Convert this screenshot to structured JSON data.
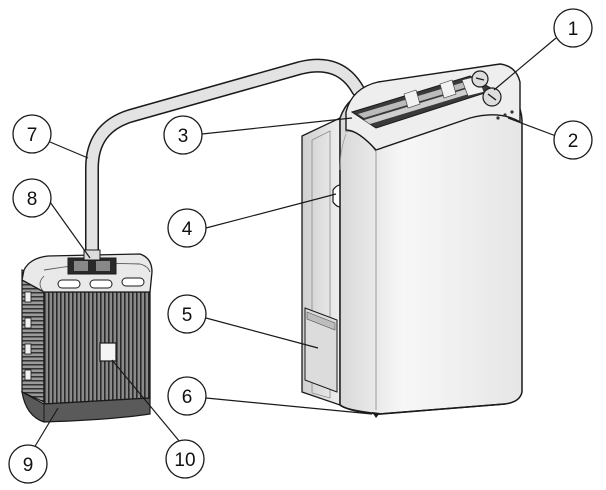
{
  "callouts": [
    {
      "id": "c1",
      "label": "1"
    },
    {
      "id": "c2",
      "label": "2"
    },
    {
      "id": "c3",
      "label": "3"
    },
    {
      "id": "c4",
      "label": "4"
    },
    {
      "id": "c5",
      "label": "5"
    },
    {
      "id": "c6",
      "label": "6"
    },
    {
      "id": "c7",
      "label": "7"
    },
    {
      "id": "c8",
      "label": "8"
    },
    {
      "id": "c9",
      "label": "9"
    },
    {
      "id": "c10",
      "label": "10"
    }
  ],
  "colors": {
    "line": "#1a1a1a",
    "body": "#f2f2f2",
    "shade": "#cfcfcf",
    "dark": "#555555"
  }
}
